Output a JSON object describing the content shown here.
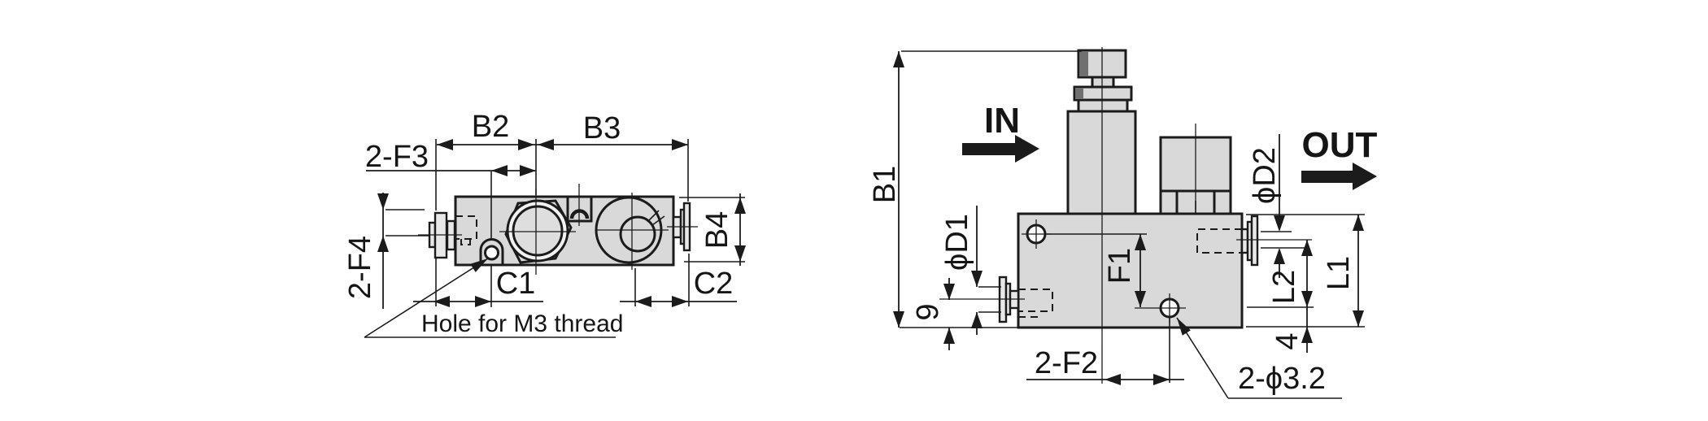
{
  "colors": {
    "line": "#1b1b1b",
    "body_fill": "#d9d9d9",
    "fitting_fill": "#e8e8e8",
    "shade": "#707070",
    "background": "#ffffff"
  },
  "left_view": {
    "labels": {
      "b2": "B2",
      "b3": "B3",
      "f3": "2-F3",
      "f4": "2-F4",
      "b4": "B4",
      "c1": "C1",
      "c2": "C2",
      "note": "Hole for M3 thread"
    }
  },
  "right_view": {
    "labels": {
      "b1": "B1",
      "flow_in": "IN",
      "flow_out": "OUT",
      "d1": "ϕD1",
      "d2": "ϕD2",
      "dim9": "9",
      "f1": "F1",
      "l1": "L1",
      "l2": "L2",
      "dim4": "4",
      "f2": "2-F2",
      "hole_dia": "2-ϕ3.2"
    }
  }
}
